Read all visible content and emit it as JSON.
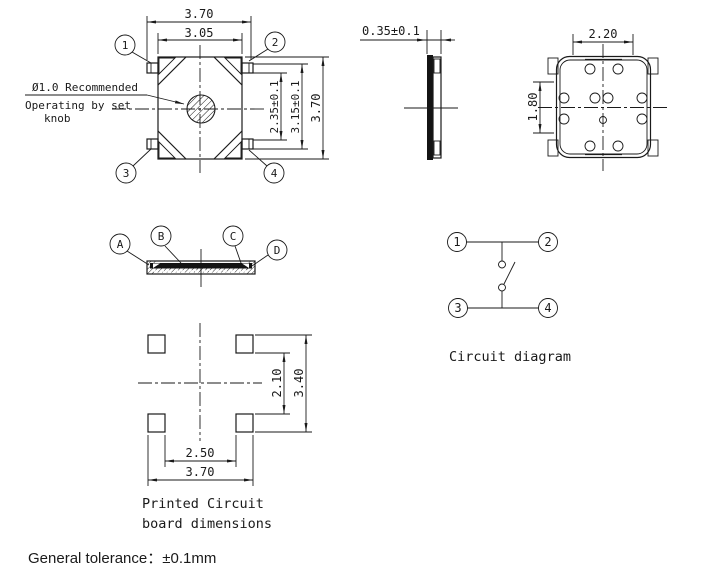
{
  "colors": {
    "ink": "#1a1a1a",
    "background": "#ffffff"
  },
  "top_view": {
    "dims": {
      "outer_w": "3.70",
      "inner_w": "3.05",
      "knob_v": "2.35±0.1",
      "term_v": "3.15±0.1",
      "outer_h": "3.70"
    },
    "note": {
      "l1": "Ø1.0 Recommended",
      "l2": "Operating by set",
      "l3": "knob"
    },
    "pins": [
      "1",
      "2",
      "3",
      "4"
    ]
  },
  "side_view": {
    "dim_thickness": "0.35±0.1"
  },
  "bottom_view": {
    "dims": {
      "w": "2.20",
      "h": "1.80"
    }
  },
  "section_view": {
    "labels": [
      "A",
      "B",
      "C",
      "D"
    ]
  },
  "circuit": {
    "pins": [
      "1",
      "2",
      "3",
      "4"
    ],
    "caption": "Circuit diagram"
  },
  "pcb": {
    "dims": {
      "inner_v": "2.10",
      "outer_v": "3.40",
      "inner_w": "2.50",
      "outer_w": "3.70"
    },
    "caption_l1": "Printed Circuit",
    "caption_l2": "board dimensions"
  },
  "footer": {
    "text": "General tolerance：±0.1mm"
  }
}
